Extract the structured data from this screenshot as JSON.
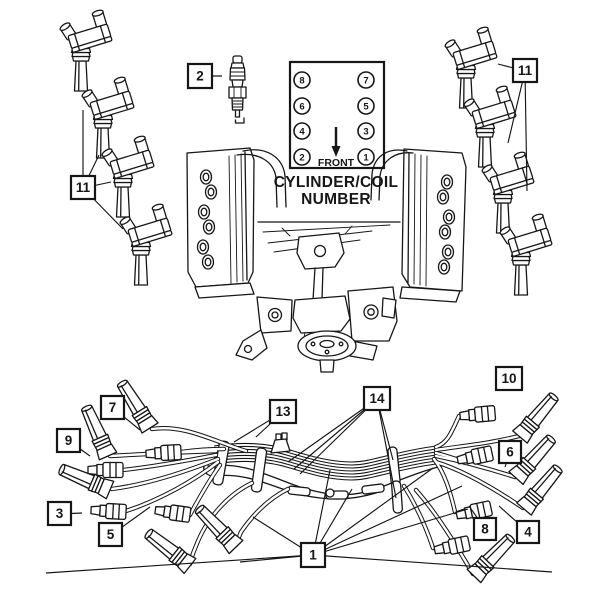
{
  "colors": {
    "background": "#ffffff",
    "line": "#161616"
  },
  "cylinder_diagram": {
    "title_line1": "CYLINDER/COIL",
    "title_line2": "NUMBER",
    "front_label": "FRONT",
    "left_column": [
      "8",
      "6",
      "4",
      "2"
    ],
    "right_column": [
      "7",
      "5",
      "3",
      "1"
    ]
  },
  "callouts": {
    "spark_plug": "2",
    "ignition_coils_left": "11",
    "ignition_coils_right": "11",
    "wire_set": "1",
    "wire_3": "3",
    "wire_4": "4",
    "wire_5": "5",
    "wire_6": "6",
    "wire_7": "7",
    "wire_8": "8",
    "wire_9": "9",
    "wire_10": "10",
    "wire_loom": "13",
    "wire_retainer": "14"
  }
}
